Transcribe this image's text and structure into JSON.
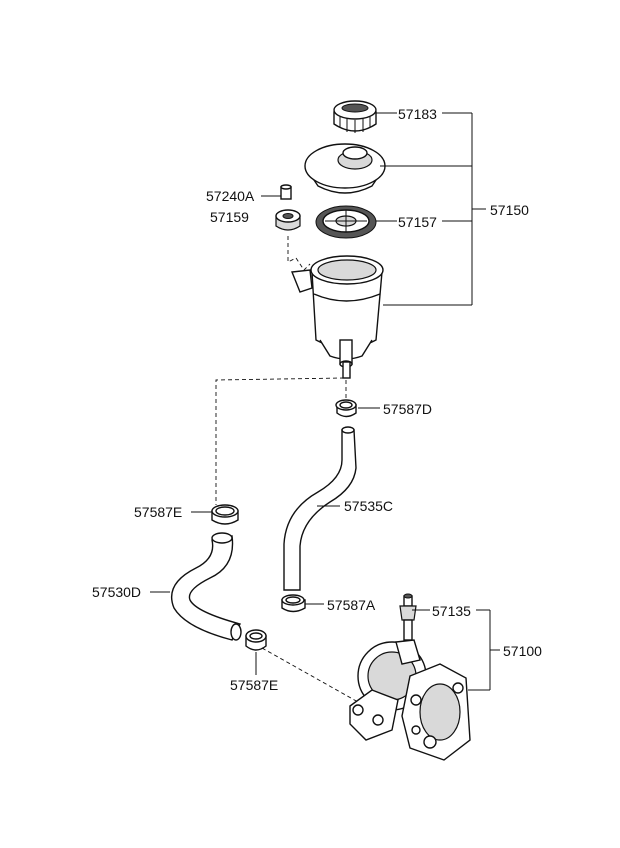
{
  "labels": {
    "p57183": "57183",
    "p57150": "57150",
    "p57240A": "57240A",
    "p57159": "57159",
    "p57157": "57157",
    "p57587D": "57587D",
    "p57587E_top": "57587E",
    "p57535C": "57535C",
    "p57530D": "57530D",
    "p57587A": "57587A",
    "p57135": "57135",
    "p57100": "57100",
    "p57587E_bottom": "57587E"
  }
}
